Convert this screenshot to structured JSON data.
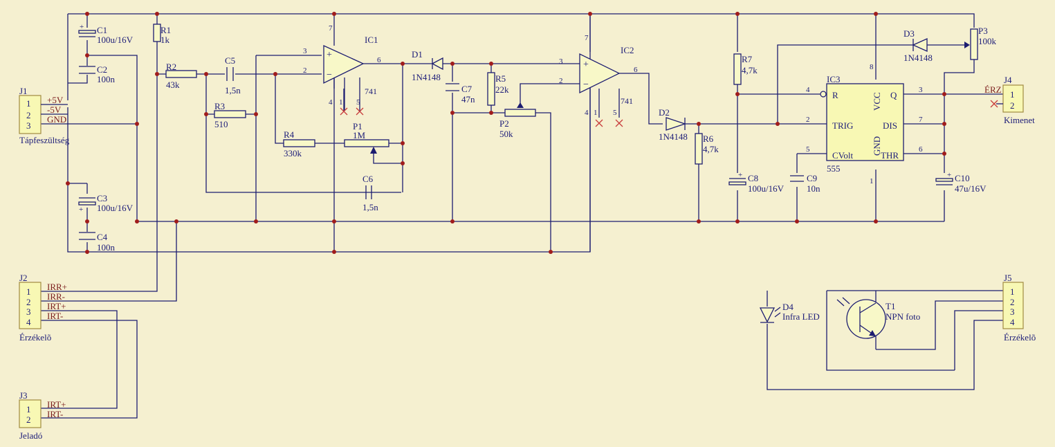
{
  "colors": {
    "background": "#f5f0d0",
    "wire": "#1c1c70",
    "junction": "#a01c1c",
    "net_label": "#7a1c1c",
    "connector": "#f8f8b4"
  },
  "connectors": {
    "J1": {
      "ref": "J1",
      "name": "Tápfeszültség",
      "pins": [
        "1",
        "2",
        "3"
      ],
      "nets": [
        "+5V",
        "-5V",
        "GND"
      ]
    },
    "J2": {
      "ref": "J2",
      "name": "Érzékelõ",
      "pins": [
        "1",
        "2",
        "3",
        "4"
      ],
      "nets": [
        "IRR+",
        "IRR-",
        "IRT+",
        "IRT-"
      ]
    },
    "J3": {
      "ref": "J3",
      "name": "Jeladó",
      "pins": [
        "1",
        "2"
      ],
      "nets": [
        "IRT+",
        "IRT-"
      ]
    },
    "J4": {
      "ref": "J4",
      "name": "Kimenet",
      "pins": [
        "1",
        "2"
      ],
      "nets": [
        "ÉRZ"
      ]
    },
    "J5": {
      "ref": "J5",
      "name": "Érzékelõ",
      "pins": [
        "1",
        "2",
        "3",
        "4"
      ]
    }
  },
  "components": {
    "C1": {
      "ref": "C1",
      "value": "100u/16V"
    },
    "C2": {
      "ref": "C2",
      "value": "100n"
    },
    "C3": {
      "ref": "C3",
      "value": "100u/16V"
    },
    "C4": {
      "ref": "C4",
      "value": "100n"
    },
    "R1": {
      "ref": "R1",
      "value": "1k"
    },
    "R2": {
      "ref": "R2",
      "value": "43k"
    },
    "C5": {
      "ref": "C5",
      "value": "1,5n"
    },
    "R3": {
      "ref": "R3",
      "value": "510"
    },
    "R4": {
      "ref": "R4",
      "value": "330k"
    },
    "P1": {
      "ref": "P1",
      "value": "1M"
    },
    "C6": {
      "ref": "C6",
      "value": "1,5n"
    },
    "IC1": {
      "ref": "IC1",
      "value": "741",
      "pins": [
        "3",
        "2",
        "6",
        "7",
        "4",
        "1",
        "5"
      ]
    },
    "D1": {
      "ref": "D1",
      "value": "1N4148"
    },
    "C7": {
      "ref": "C7",
      "value": "47n"
    },
    "R5": {
      "ref": "R5",
      "value": "22k"
    },
    "P2": {
      "ref": "P2",
      "value": "50k"
    },
    "IC2": {
      "ref": "IC2",
      "value": "741",
      "pins": [
        "3",
        "2",
        "6",
        "7",
        "4",
        "1",
        "5"
      ]
    },
    "D2": {
      "ref": "D2",
      "value": "1N4148"
    },
    "R6": {
      "ref": "R6",
      "value": "4,7k"
    },
    "R7": {
      "ref": "R7",
      "value": "4,7k"
    },
    "C8": {
      "ref": "C8",
      "value": "100u/16V"
    },
    "C9": {
      "ref": "C9",
      "value": "10n"
    },
    "IC3": {
      "ref": "IC3",
      "value": "555",
      "pins": {
        "R": "R",
        "VCC": "VCC",
        "Q": "Q",
        "TRIG": "TRIG",
        "DIS": "DIS",
        "CVOLT": "CVolt",
        "GND": "GND",
        "THR": "THR"
      },
      "pin_numbers": [
        "4",
        "8",
        "3",
        "2",
        "7",
        "5",
        "6",
        "1"
      ]
    },
    "D3": {
      "ref": "D3",
      "value": "1N4148"
    },
    "P3": {
      "ref": "P3",
      "value": "100k"
    },
    "C10": {
      "ref": "C10",
      "value": "47u/16V"
    },
    "D4": {
      "ref": "D4",
      "value": "Infra LED"
    },
    "T1": {
      "ref": "T1",
      "value": "NPN foto"
    }
  }
}
